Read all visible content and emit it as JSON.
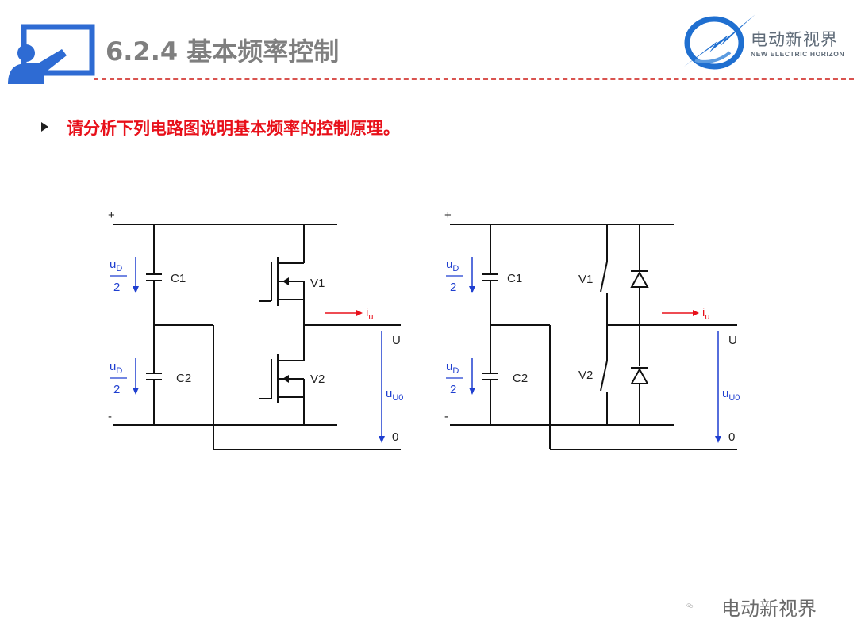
{
  "header": {
    "title": "6.2.4 基本频率控制",
    "logo_cn": "电动新视界",
    "logo_en": "NEW ELECTRIC HORIZON"
  },
  "content": {
    "question": "请分析下列电路图说明基本频率的控制原理。"
  },
  "diagrams": {
    "left": {
      "plus": "+",
      "minus": "-",
      "c1": "C1",
      "c2": "C2",
      "v1": "V1",
      "v2": "V2",
      "ud_top": "u",
      "ud_top_sub": "D",
      "ud_top_den": "2",
      "ud_bot": "u",
      "ud_bot_sub": "D",
      "ud_bot_den": "2",
      "iu": "i",
      "iu_sub": "u",
      "u_out": "U",
      "uu0": "u",
      "uu0_sub": "U0",
      "zero": "0"
    },
    "right": {
      "plus": "+",
      "minus": "-",
      "c1": "C1",
      "c2": "C2",
      "v1": "V1",
      "v2": "V2",
      "ud_top": "u",
      "ud_top_sub": "D",
      "ud_top_den": "2",
      "ud_bot": "u",
      "ud_bot_sub": "D",
      "ud_bot_den": "2",
      "iu": "i",
      "iu_sub": "u",
      "u_out": "U",
      "uu0": "u",
      "uu0_sub": "U0",
      "zero": "0"
    }
  },
  "watermark": {
    "text": "电动新视界"
  },
  "colors": {
    "title": "#7f7f7f",
    "question": "#e8101a",
    "divider": "#d9534f",
    "voltage_labels": "#1f3fd0",
    "current_labels": "#e8101a",
    "logo_blue": "#1f6fd0"
  }
}
